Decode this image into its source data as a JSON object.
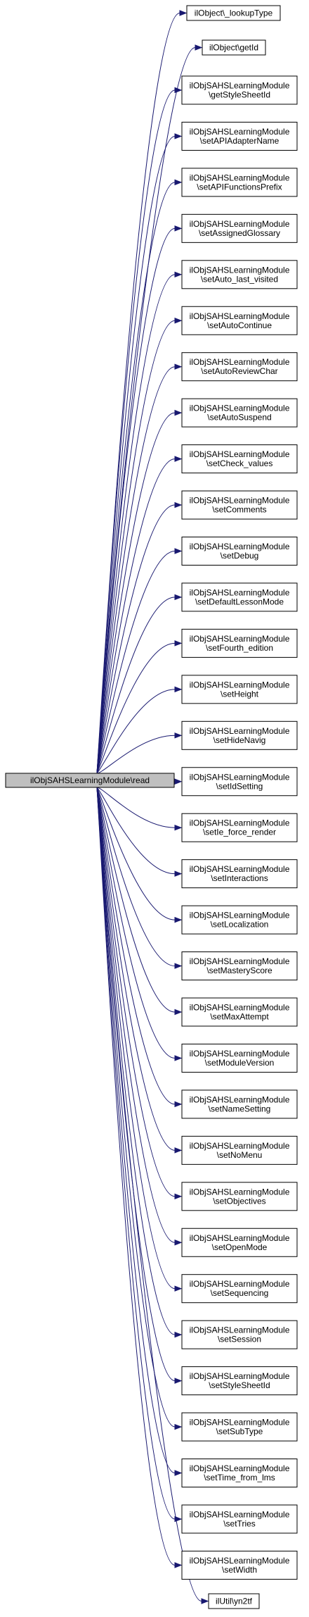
{
  "colors": {
    "edge": "#191970",
    "root_fill": "#bfbfbf",
    "node_fill": "#ffffff",
    "border": "#000000"
  },
  "root": {
    "label": "ilObjSAHSLearningModule\\read"
  },
  "callees": [
    {
      "lines": [
        "ilObject\\_lookupType"
      ]
    },
    {
      "lines": [
        "ilObject\\getId"
      ]
    },
    {
      "lines": [
        "ilObjSAHSLearningModule",
        "\\getStyleSheetId"
      ]
    },
    {
      "lines": [
        "ilObjSAHSLearningModule",
        "\\setAPIAdapterName"
      ]
    },
    {
      "lines": [
        "ilObjSAHSLearningModule",
        "\\setAPIFunctionsPrefix"
      ]
    },
    {
      "lines": [
        "ilObjSAHSLearningModule",
        "\\setAssignedGlossary"
      ]
    },
    {
      "lines": [
        "ilObjSAHSLearningModule",
        "\\setAuto_last_visited"
      ]
    },
    {
      "lines": [
        "ilObjSAHSLearningModule",
        "\\setAutoContinue"
      ]
    },
    {
      "lines": [
        "ilObjSAHSLearningModule",
        "\\setAutoReviewChar"
      ]
    },
    {
      "lines": [
        "ilObjSAHSLearningModule",
        "\\setAutoSuspend"
      ]
    },
    {
      "lines": [
        "ilObjSAHSLearningModule",
        "\\setCheck_values"
      ]
    },
    {
      "lines": [
        "ilObjSAHSLearningModule",
        "\\setComments"
      ]
    },
    {
      "lines": [
        "ilObjSAHSLearningModule",
        "\\setDebug"
      ]
    },
    {
      "lines": [
        "ilObjSAHSLearningModule",
        "\\setDefaultLessonMode"
      ]
    },
    {
      "lines": [
        "ilObjSAHSLearningModule",
        "\\setFourth_edition"
      ]
    },
    {
      "lines": [
        "ilObjSAHSLearningModule",
        "\\setHeight"
      ]
    },
    {
      "lines": [
        "ilObjSAHSLearningModule",
        "\\setHideNavig"
      ]
    },
    {
      "lines": [
        "ilObjSAHSLearningModule",
        "\\setIdSetting"
      ]
    },
    {
      "lines": [
        "ilObjSAHSLearningModule",
        "\\setIe_force_render"
      ]
    },
    {
      "lines": [
        "ilObjSAHSLearningModule",
        "\\setInteractions"
      ]
    },
    {
      "lines": [
        "ilObjSAHSLearningModule",
        "\\setLocalization"
      ]
    },
    {
      "lines": [
        "ilObjSAHSLearningModule",
        "\\setMasteryScore"
      ]
    },
    {
      "lines": [
        "ilObjSAHSLearningModule",
        "\\setMaxAttempt"
      ]
    },
    {
      "lines": [
        "ilObjSAHSLearningModule",
        "\\setModuleVersion"
      ]
    },
    {
      "lines": [
        "ilObjSAHSLearningModule",
        "\\setNameSetting"
      ]
    },
    {
      "lines": [
        "ilObjSAHSLearningModule",
        "\\setNoMenu"
      ]
    },
    {
      "lines": [
        "ilObjSAHSLearningModule",
        "\\setObjectives"
      ]
    },
    {
      "lines": [
        "ilObjSAHSLearningModule",
        "\\setOpenMode"
      ]
    },
    {
      "lines": [
        "ilObjSAHSLearningModule",
        "\\setSequencing"
      ]
    },
    {
      "lines": [
        "ilObjSAHSLearningModule",
        "\\setSession"
      ]
    },
    {
      "lines": [
        "ilObjSAHSLearningModule",
        "\\setStyleSheetId"
      ]
    },
    {
      "lines": [
        "ilObjSAHSLearningModule",
        "\\setSubType"
      ]
    },
    {
      "lines": [
        "ilObjSAHSLearningModule",
        "\\setTime_from_lms"
      ]
    },
    {
      "lines": [
        "ilObjSAHSLearningModule",
        "\\setTries"
      ]
    },
    {
      "lines": [
        "ilObjSAHSLearningModule",
        "\\setWidth"
      ]
    },
    {
      "lines": [
        "ilUtil\\yn2tf"
      ]
    }
  ]
}
